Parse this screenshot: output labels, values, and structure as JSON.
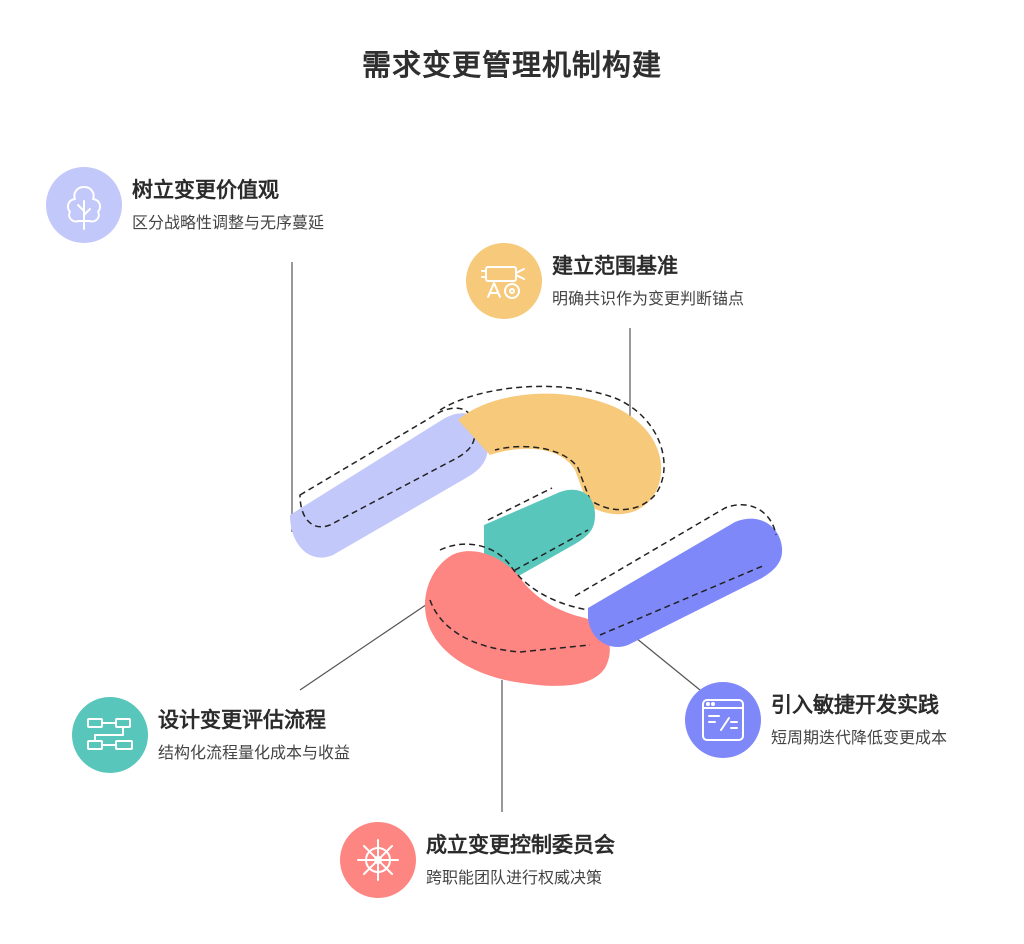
{
  "title": "需求变更管理机制构建",
  "colors": {
    "lavender": "#c3c8fa",
    "yellow": "#f7c97a",
    "teal": "#58c6bb",
    "red": "#fd8683",
    "blue": "#7f88f9"
  },
  "items": [
    {
      "heading": "树立变更价值观",
      "desc": "区分战略性调整与无序蔓延",
      "icon": "tree-icon"
    },
    {
      "heading": "建立范围基准",
      "desc": "明确共识作为变更判断锚点",
      "icon": "blueprint-icon"
    },
    {
      "heading": "设计变更评估流程",
      "desc": "结构化流程量化成本与收益",
      "icon": "flowchart-icon"
    },
    {
      "heading": "引入敏捷开发实践",
      "desc": "短周期迭代降低变更成本",
      "icon": "code-window-icon"
    },
    {
      "heading": "成立变更控制委员会",
      "desc": "跨职能团队进行权威决策",
      "icon": "ship-wheel-icon"
    }
  ]
}
